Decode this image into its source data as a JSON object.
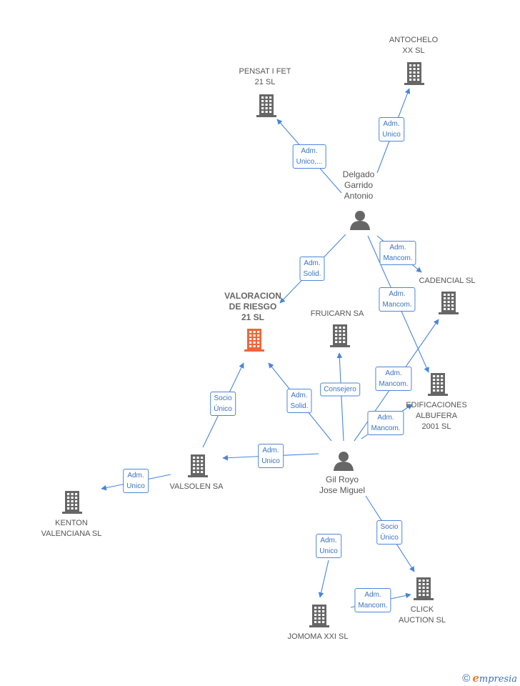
{
  "nodes": [
    {
      "id": "valoracion",
      "label": "VALORACION\nDE RIESGO\n21 SL",
      "kind": "company",
      "main": true
    },
    {
      "id": "pensat",
      "label": "PENSAT I FET\n21 SL",
      "kind": "company"
    },
    {
      "id": "antochelo",
      "label": "ANTOCHELO\nXX SL",
      "kind": "company"
    },
    {
      "id": "delgado",
      "label": "Delgado\nGarrido\nAntonio",
      "kind": "person"
    },
    {
      "id": "cadencial",
      "label": "CADENCIAL SL",
      "kind": "company"
    },
    {
      "id": "fruicarn",
      "label": "FRUICARN SA",
      "kind": "company"
    },
    {
      "id": "edificaciones",
      "label": "EDIFICACIONES\nALBUFERA\n2001 SL",
      "kind": "company"
    },
    {
      "id": "gilroyo",
      "label": "Gil Royo\nJose Miguel",
      "kind": "person"
    },
    {
      "id": "valsolen",
      "label": "VALSOLEN SA",
      "kind": "company"
    },
    {
      "id": "kenton",
      "label": "KENTON\nVALENCIANA SL",
      "kind": "company"
    },
    {
      "id": "jomoma",
      "label": "JOMOMA XXI SL",
      "kind": "company"
    },
    {
      "id": "click",
      "label": "CLICK\nAUCTION  SL",
      "kind": "company"
    }
  ],
  "edges": [
    {
      "id": "e1",
      "from": "delgado",
      "to": "pensat",
      "label": "Adm.\nUnico,..."
    },
    {
      "id": "e2",
      "from": "delgado",
      "to": "antochelo",
      "label": "Adm.\nUnico"
    },
    {
      "id": "e3",
      "from": "delgado",
      "to": "valoracion",
      "label": "Adm.\nSolid."
    },
    {
      "id": "e4",
      "from": "delgado",
      "to": "cadencial",
      "label": "Adm.\nMancom."
    },
    {
      "id": "e5",
      "from": "delgado",
      "to": "edificaciones",
      "label": "Adm.\nMancom."
    },
    {
      "id": "e6",
      "from": "gilroyo",
      "to": "cadencial",
      "label": "Adm.\nMancom."
    },
    {
      "id": "e7",
      "from": "gilroyo",
      "to": "edificaciones",
      "label": "Adm.\nMancom."
    },
    {
      "id": "e8",
      "from": "gilroyo",
      "to": "fruicarn",
      "label": "Consejero"
    },
    {
      "id": "e9",
      "from": "gilroyo",
      "to": "valoracion",
      "label": "Adm.\nSolid."
    },
    {
      "id": "e10",
      "from": "gilroyo",
      "to": "valsolen",
      "label": "Adm.\nUnico"
    },
    {
      "id": "e11",
      "from": "valsolen",
      "to": "valoracion",
      "label": "Socio\nÚnico"
    },
    {
      "id": "e12",
      "from": "valsolen",
      "to": "kenton",
      "label": "Adm.\nUnico"
    },
    {
      "id": "e13",
      "from": "gilroyo",
      "to": "jomoma",
      "label": "Adm.\nUnico"
    },
    {
      "id": "e14",
      "from": "gilroyo",
      "to": "click",
      "label": "Socio\nÚnico"
    },
    {
      "id": "e15",
      "from": "jomoma",
      "to": "click",
      "label": "Adm.\nMancom."
    }
  ],
  "colors": {
    "edge": "#4a86d8",
    "company": "#666666",
    "main_company": "#f0643c",
    "person": "#666666"
  },
  "footer": {
    "copyright_symbol": "©",
    "brand_initial": "e",
    "brand_rest": "mpresia"
  }
}
